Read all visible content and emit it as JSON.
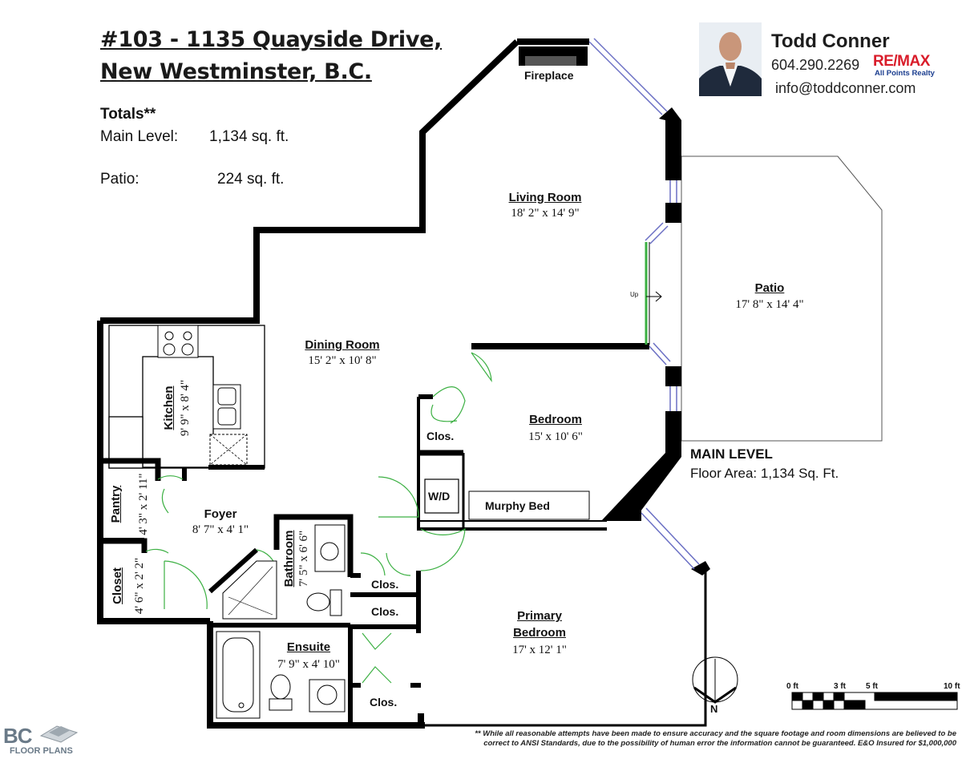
{
  "header": {
    "address_line1": "#103 - 1135 Quayside Drive,",
    "address_line2": "New Westminster, B.C."
  },
  "totals": {
    "heading": "Totals**",
    "main_label": "Main Level:",
    "main_value": "1,134 sq. ft.",
    "patio_label": "Patio:",
    "patio_value": "224 sq. ft."
  },
  "agent": {
    "name": "Todd Conner",
    "phone": "604.290.2269",
    "email": "info@toddconner.com",
    "brand": "RE/MAX",
    "brand_sub": "All Points Realty",
    "brand_color": "#1a3d8f",
    "brand_accent": "#d91c2a"
  },
  "rooms": {
    "fireplace": "Fireplace",
    "living_name": "Living Room",
    "living_dim": "18' 2\" x 14' 9\"",
    "patio_name": "Patio",
    "patio_dim": "17' 8\" x 14' 4\"",
    "dining_name": "Dining Room",
    "dining_dim": "15' 2\" x 10' 8\"",
    "kitchen_name": "Kitchen",
    "kitchen_dim": "9' 9\" x 8' 4\"",
    "bedroom_name": "Bedroom",
    "bedroom_dim": "15' x 10' 6\"",
    "clos1": "Clos.",
    "wd": "W/D",
    "murphy": "Murphy Bed",
    "pantry_name": "Pantry",
    "pantry_dim": "4' 3\" x 2' 11\"",
    "foyer_name": "Foyer",
    "foyer_dim": "8' 7\" x 4' 1\"",
    "closet_name": "Closet",
    "closet_dim": "4' 6\" x 2' 2\"",
    "bathroom_name": "Bathroom",
    "bathroom_dim": "7' 5\" x 6' 6\"",
    "clos2": "Clos.",
    "clos3": "Clos.",
    "clos4": "Clos.",
    "ensuite_name": "Ensuite",
    "ensuite_dim": "7' 9\" x 4' 10\"",
    "primary_name1": "Primary",
    "primary_name2": "Bedroom",
    "primary_dim": "17' x 12' 1\"",
    "up": "Up"
  },
  "main_level": {
    "title": "MAIN LEVEL",
    "area": "Floor Area: 1,134 Sq. Ft."
  },
  "compass": {
    "label": "N"
  },
  "scale": {
    "t0": "0 ft",
    "t3": "3 ft",
    "t5": "5 ft",
    "t10": "10 ft"
  },
  "disclaimer": {
    "line1": "** While all reasonable attempts have been made to ensure accuracy and the square footage and room dimensions are believed to be",
    "line2": "correct to ANSI Standards, due to the possibility of human error the information cannot be guaranteed. E&O Insured for $1,000,000"
  },
  "logo": {
    "line1": "BC",
    "line2": "FLOOR PLANS"
  },
  "colors": {
    "wall": "#000000",
    "door": "#3cb043",
    "window": "#6a6fc4"
  }
}
